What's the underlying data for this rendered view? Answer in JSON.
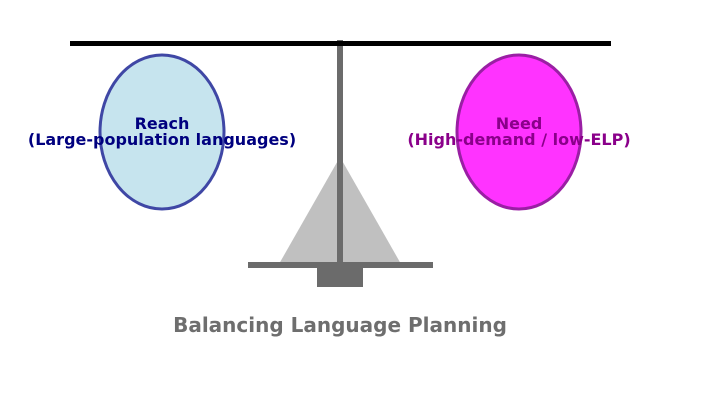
{
  "left": {
    "title": "Reach",
    "subtitle": "(Large-population languages)",
    "fill": "#c6e4ee",
    "stroke": "#3f47a5",
    "text_color": "#00007f"
  },
  "right": {
    "title": "Need",
    "subtitle": "(High-demand / low-ELP)",
    "fill": "#ff33ff",
    "stroke": "#9a1fa4",
    "text_color": "#8a008a"
  },
  "caption": "Balancing Language Planning",
  "colors": {
    "beam": "#000000",
    "pole": "#6b6b6b",
    "fulcrum": "#c0c0c0",
    "caption": "#6e6e6e"
  }
}
